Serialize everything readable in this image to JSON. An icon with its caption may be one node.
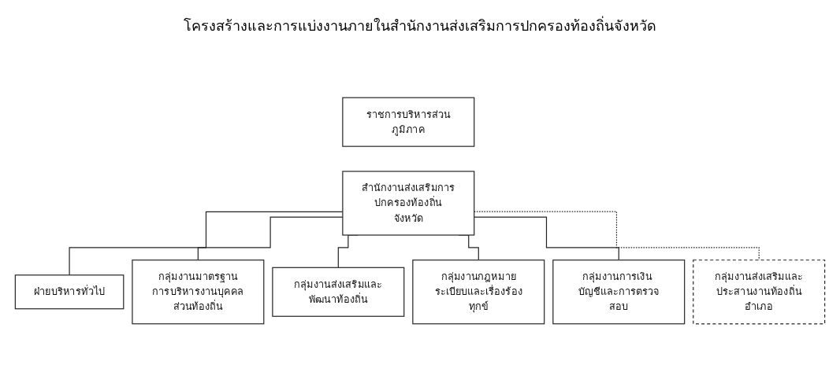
{
  "diagram": {
    "title": "โครงสร้างและการแบ่งงานภายในสำนักงานส่งเสริมการปกครองท้องถิ่นจังหวัด",
    "nodes": [
      {
        "text": [
          "ราชการบริหารส่วนภูมิภาค"
        ]
      },
      {
        "text": [
          "สำนักงานส่งเสริมการปกครองท้องถิ่นจังหวัด"
        ]
      },
      {
        "text": [
          "ฝ่ายบริหารทั่วไป"
        ]
      },
      {
        "text": [
          "กลุ่มงานมาตรฐานการบริหารงานบุคคลส่วนท้องถิ่น"
        ]
      },
      {
        "text": [
          "กลุ่มงานส่งเสริมและพัฒนาท้องถิ่น"
        ]
      },
      {
        "text": [
          "กลุ่มงานกฎหมายระเบียบและเรื่องร้องทุกข์"
        ]
      },
      {
        "text": [
          "กลุ่มงานการเงิน บัญชีและการตรวจสอบ"
        ]
      },
      {
        "text": [
          "กลุ่มงานส่งเสริมและประสานงานท้องถิ่นอำเภอ"
        ]
      }
    ],
    "edges": [
      {
        "from": 1,
        "to": 2,
        "arrow": "none"
      },
      {
        "from": 1,
        "to": 3,
        "arrow": "none"
      },
      {
        "from": 1,
        "to": 4,
        "arrow": "none"
      },
      {
        "from": 1,
        "to": 5,
        "arrow": "none"
      },
      {
        "from": 1,
        "to": 6,
        "arrow": "none"
      },
      {
        "from": 1,
        "to": 7,
        "arrow": "none",
        "style": "dashed"
      }
    ]
  }
}
